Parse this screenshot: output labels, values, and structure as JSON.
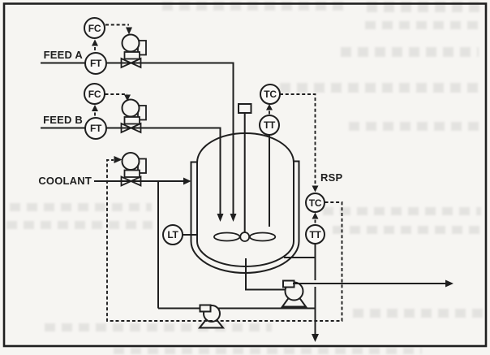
{
  "colors": {
    "ink": "#1f1f1f",
    "paper": "#f6f5f2"
  },
  "streams": {
    "feed_a": {
      "label": "FEED A"
    },
    "feed_b": {
      "label": "FEED B"
    },
    "coolant": {
      "label": "COOLANT"
    }
  },
  "signals": {
    "remote_setpoint_label": "RSP"
  },
  "instruments": {
    "feed_a_flow_controller": {
      "tag": "FC"
    },
    "feed_a_flow_transmitter": {
      "tag": "FT"
    },
    "feed_b_flow_controller": {
      "tag": "FC"
    },
    "feed_b_flow_transmitter": {
      "tag": "FT"
    },
    "reactor_temperature_controller": {
      "tag": "TC"
    },
    "reactor_temperature_transmitter": {
      "tag": "TT"
    },
    "reactor_level_transmitter": {
      "tag": "LT"
    },
    "jacket_temperature_controller": {
      "tag": "TC"
    },
    "jacket_temperature_transmitter": {
      "tag": "TT"
    }
  }
}
